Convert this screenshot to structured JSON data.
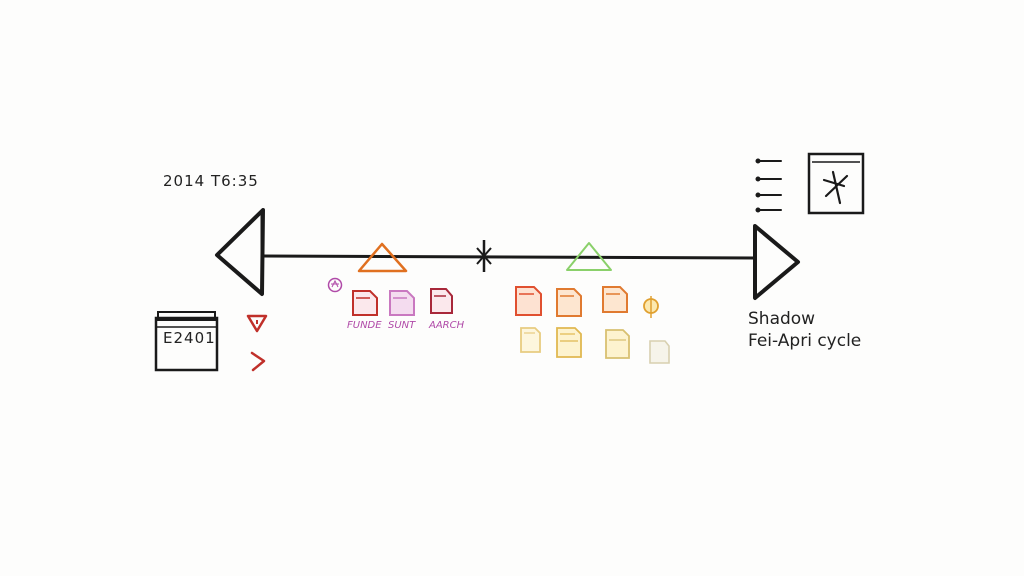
{
  "timestamp": "2014 T6:35",
  "date_box": {
    "label": "E2401"
  },
  "doc_labels": [
    "FUNDE",
    "SUNT",
    "AARCH"
  ],
  "side_note": {
    "title": "Shadow",
    "subtitle": "Fei-Apri cycle"
  },
  "colors": {
    "ink": "#1a1a1a",
    "orange": "#e07020",
    "green": "#8ad06a",
    "magenta": "#b04aa8",
    "red": "#c0302a",
    "yellow": "#e8c860",
    "orange_doc": "#e07a30"
  },
  "icons": {
    "left_arrow": "triangle-left-icon",
    "right_arrow": "triangle-right-icon",
    "star_box": "asterisk-box-icon",
    "list": "list-lines-icon",
    "calendar": "calendar-box-icon",
    "alert": "triangle-down-icon",
    "chevron": "chevron-right-icon",
    "pin": "pin-icon",
    "badge": "circle-badge-icon",
    "document": "document-icon"
  }
}
